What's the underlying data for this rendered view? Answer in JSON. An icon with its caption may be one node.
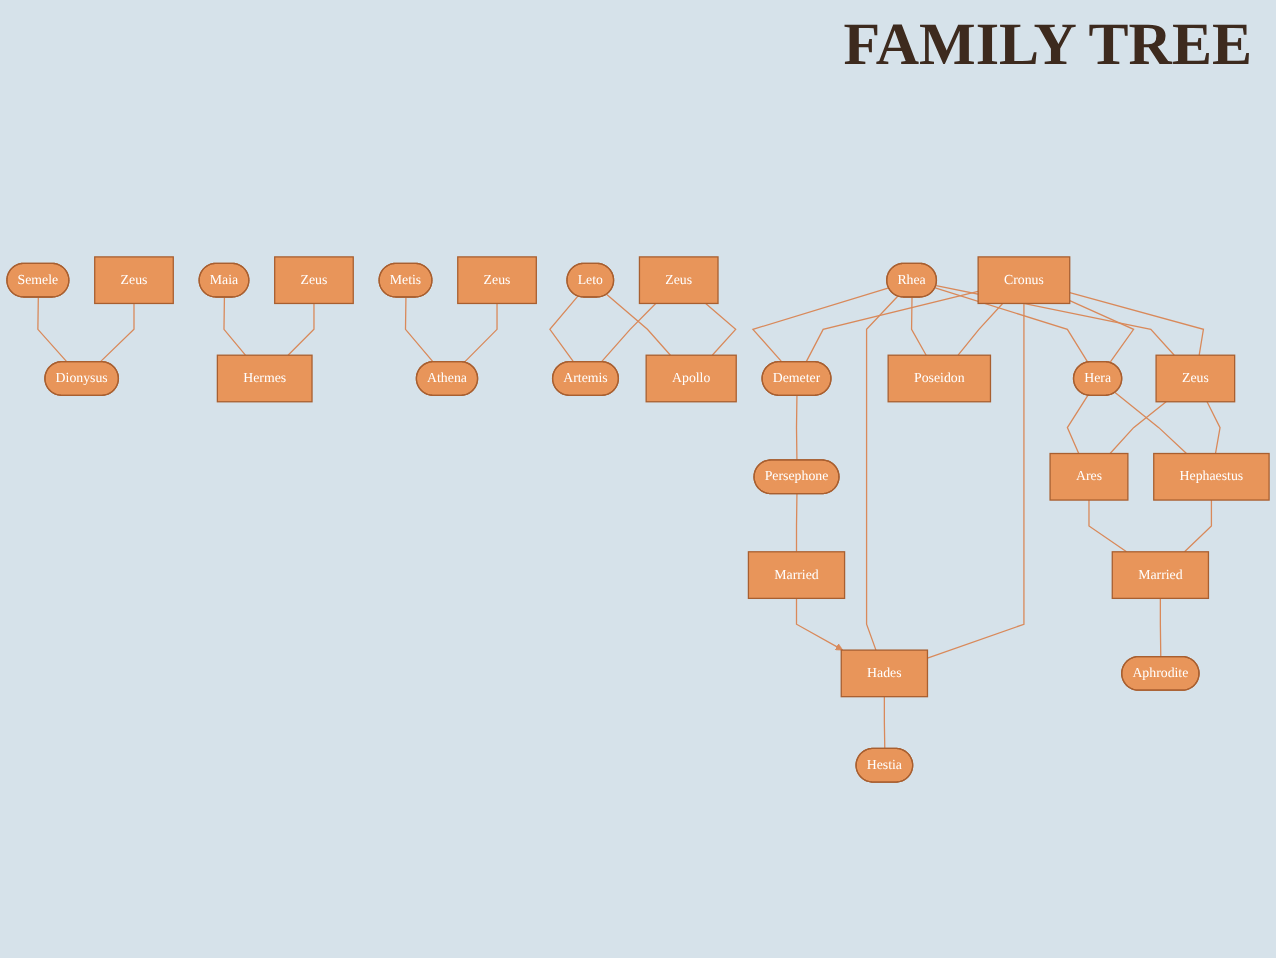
{
  "diagram": {
    "title": "FAMILY TREE",
    "nodes": [
      {
        "text": [
          "Cronus"
        ]
      },
      {
        "text": [
          "Rhea"
        ]
      },
      {
        "text": [
          "Zeus"
        ]
      },
      {
        "text": [
          "Hera"
        ]
      },
      {
        "text": [
          "Poseidon"
        ]
      },
      {
        "text": [
          "Demeter"
        ]
      },
      {
        "text": [
          "Hades"
        ]
      },
      {
        "text": [
          "Hestia"
        ]
      },
      {
        "text": [
          "Hephaestus"
        ]
      },
      {
        "text": [
          "Ares"
        ]
      },
      {
        "text": [
          "Persephone"
        ]
      },
      {
        "text": [
          "Married"
        ]
      },
      {
        "text": [
          "Married"
        ]
      },
      {
        "text": [
          "Aphrodite"
        ]
      },
      {
        "text": [
          "Zeus"
        ]
      },
      {
        "text": [
          "Semele"
        ]
      },
      {
        "text": [
          "Dionysus"
        ]
      },
      {
        "text": [
          "Zeus"
        ]
      },
      {
        "text": [
          "Maia"
        ]
      },
      {
        "text": [
          "Hermes"
        ]
      },
      {
        "text": [
          "Zeus"
        ]
      },
      {
        "text": [
          "Metis"
        ]
      },
      {
        "text": [
          "Athena"
        ]
      },
      {
        "text": [
          "Zeus"
        ]
      },
      {
        "text": [
          "Leto"
        ]
      },
      {
        "text": [
          "Artemis"
        ]
      },
      {
        "text": [
          "Apollo"
        ]
      }
    ],
    "edges": [
      {
        "from": 0,
        "to": 2,
        "arrow": "none"
      },
      {
        "from": 1,
        "to": 2,
        "arrow": "none"
      },
      {
        "from": 0,
        "to": 3,
        "arrow": "none"
      },
      {
        "from": 1,
        "to": 3,
        "arrow": "none"
      },
      {
        "from": 0,
        "to": 4,
        "arrow": "none"
      },
      {
        "from": 1,
        "to": 4,
        "arrow": "none"
      },
      {
        "from": 0,
        "to": 5,
        "arrow": "none"
      },
      {
        "from": 1,
        "to": 5,
        "arrow": "none"
      },
      {
        "from": 0,
        "to": 6,
        "arrow": "none"
      },
      {
        "from": 1,
        "to": 6,
        "arrow": "none"
      },
      {
        "from": 6,
        "to": 7,
        "arrow": "none"
      },
      {
        "from": 2,
        "to": 8,
        "arrow": "none"
      },
      {
        "from": 3,
        "to": 8,
        "arrow": "none"
      },
      {
        "from": 2,
        "to": 9,
        "arrow": "none"
      },
      {
        "from": 3,
        "to": 9,
        "arrow": "none"
      },
      {
        "from": 5,
        "to": 10,
        "arrow": "none"
      },
      {
        "from": 10,
        "to": 11,
        "arrow": "none"
      },
      {
        "from": 11,
        "to": 6,
        "arrow": "to"
      },
      {
        "from": 8,
        "to": 12,
        "arrow": "none"
      },
      {
        "from": 9,
        "to": 12,
        "arrow": "none"
      },
      {
        "from": 12,
        "to": 13,
        "arrow": "none"
      },
      {
        "from": 14,
        "to": 16,
        "arrow": "none"
      },
      {
        "from": 15,
        "to": 16,
        "arrow": "none"
      },
      {
        "from": 17,
        "to": 19,
        "arrow": "none"
      },
      {
        "from": 18,
        "to": 19,
        "arrow": "none"
      },
      {
        "from": 20,
        "to": 22,
        "arrow": "none"
      },
      {
        "from": 21,
        "to": 22,
        "arrow": "none"
      },
      {
        "from": 23,
        "to": 25,
        "arrow": "none"
      },
      {
        "from": 24,
        "to": 25,
        "arrow": "none"
      },
      {
        "from": 23,
        "to": 26,
        "arrow": "none"
      },
      {
        "from": 24,
        "to": 26,
        "arrow": "none"
      }
    ]
  }
}
